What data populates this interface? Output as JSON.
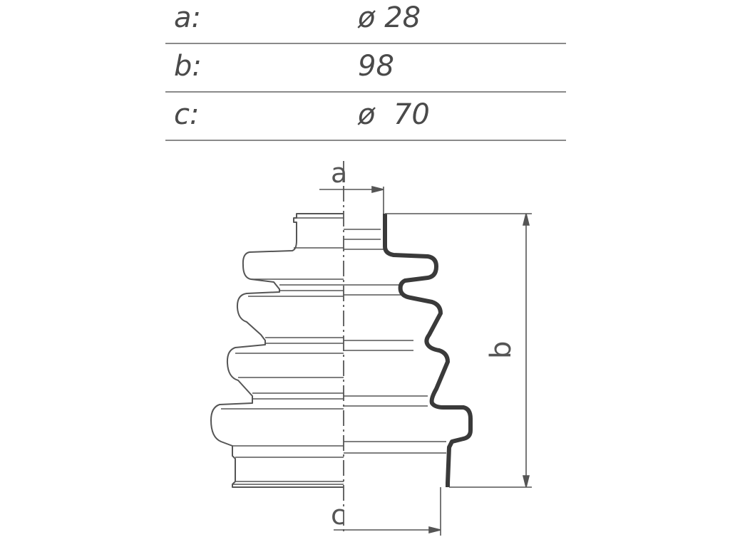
{
  "specs": [
    {
      "label": "a:",
      "value": "ø 28"
    },
    {
      "label": "b:",
      "value": "98"
    },
    {
      "label": "c:",
      "value": "ø  70"
    }
  ],
  "drawing": {
    "dim_a": "a",
    "dim_b": "b",
    "dim_c": "c"
  },
  "colors": {
    "line": "#555555",
    "thick_line": "#3a3a3a",
    "rule": "#8a8a8a"
  }
}
